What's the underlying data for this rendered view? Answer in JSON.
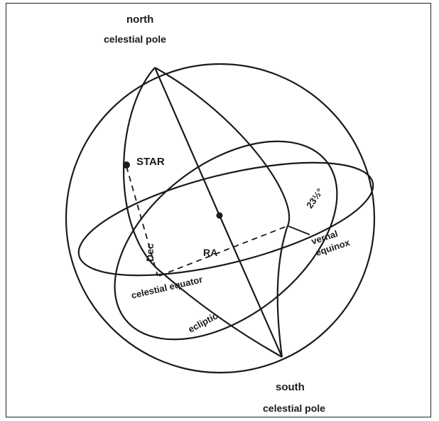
{
  "diagram": {
    "colors": {
      "ink": "#1a1a1a",
      "background": "#ffffff"
    },
    "labels": {
      "north_line1": "north",
      "north_line2": "celestial pole",
      "south_line1": "south",
      "south_line2": "celestial pole",
      "star": "STAR",
      "dec": "Dec",
      "ra": "RA",
      "celestial_equator": "celestial equator",
      "ecliptic": "ecliptic",
      "vernal_line1": "vernal",
      "vernal_line2": "equinox",
      "obliquity": "23½°"
    }
  }
}
